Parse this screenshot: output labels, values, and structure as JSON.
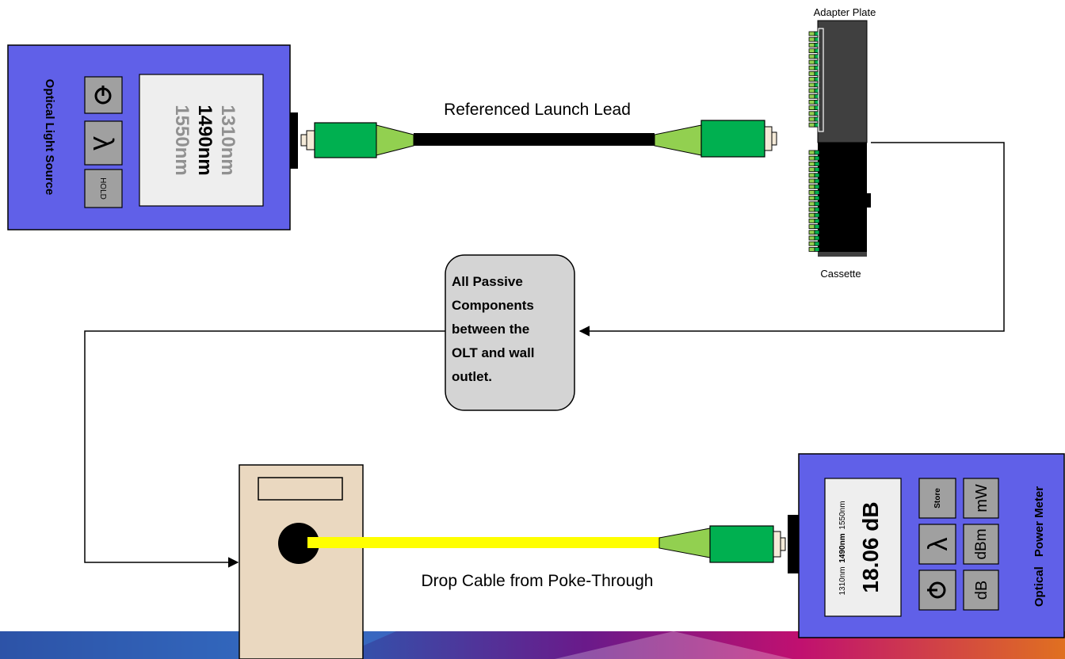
{
  "light_source": {
    "label": "Optical Light Source",
    "wavelengths": [
      "1310nm",
      "1490nm",
      "1550nm"
    ],
    "active_wavelength": "1490nm",
    "power_icon": "power-icon",
    "lambda_symbol": "λ",
    "hold_label": "HOLD"
  },
  "launch_lead": {
    "label": "Referenced Launch Lead"
  },
  "patch_panel": {
    "adapter_label": "Adapter Plate",
    "cassette_label": "Cassette"
  },
  "callout": {
    "text_lines": [
      "All Passive",
      "Components",
      "between the",
      "OLT and wall",
      "outlet."
    ]
  },
  "drop_cable": {
    "label": "Drop Cable from Poke-Through"
  },
  "power_meter": {
    "label_line1": "Optical",
    "label_line2": "Power Meter",
    "reading": "18.06 dB",
    "wavelengths": [
      "1310nm",
      "1490nm",
      "1550nm"
    ],
    "active_wavelength": "1490nm",
    "store_label": "Store",
    "lambda_symbol": "λ",
    "power_icon": "power-icon",
    "unit_buttons": [
      "mW",
      "dBm",
      "dB"
    ]
  },
  "colors": {
    "device_blue": "#6060e8",
    "connector_green": "#00b050",
    "boot_green": "#92d050",
    "drop_yellow": "#ffff00",
    "wall_box": "#ead8c0",
    "callout_grey": "#d4d4d4",
    "panel_dark": "#404040"
  }
}
